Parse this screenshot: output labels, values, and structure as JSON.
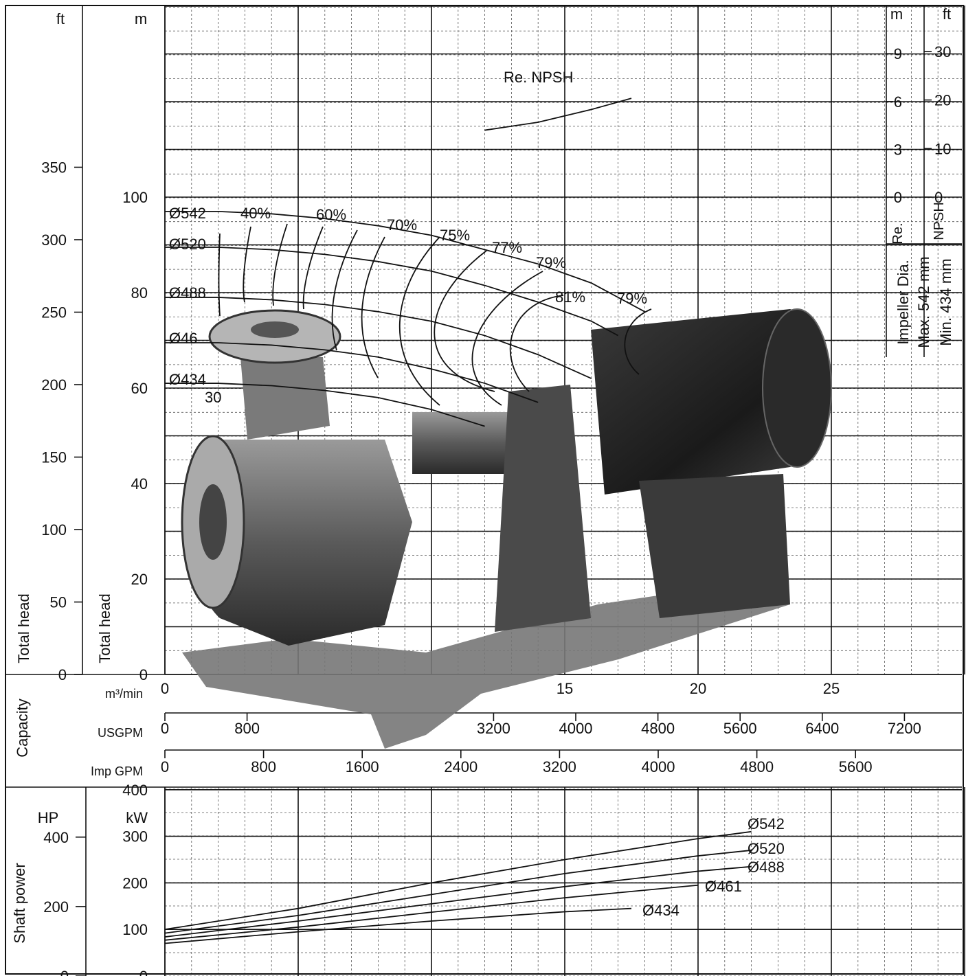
{
  "chart_data": {
    "type": "line",
    "head_axis": {
      "ylabel_left_ft": "Total head",
      "ylabel_left_m": "Total head",
      "unit_ft": "ft",
      "unit_m": "m",
      "ft_ticks": [
        "350",
        "300",
        "250",
        "200",
        "150",
        "100",
        "50",
        "0"
      ],
      "ft_values": [
        350,
        300,
        250,
        200,
        150,
        100,
        50,
        0
      ],
      "m_ticks": [
        "100",
        "80",
        "60",
        "40",
        "20",
        "0"
      ],
      "m_values": [
        100,
        80,
        60,
        40,
        20,
        0
      ],
      "ylim_m": [
        0,
        140
      ]
    },
    "npsh_axis": {
      "label_re": "Re.",
      "label_npsh": "NPSH",
      "unit_m": "m",
      "unit_ft": "ft",
      "m_ticks": [
        "9",
        "6",
        "3",
        "0"
      ],
      "m_values": [
        9,
        6,
        3,
        0
      ],
      "ft_ticks": [
        "30",
        "20",
        "10",
        "0"
      ],
      "ft_values": [
        30,
        20,
        10,
        0
      ]
    },
    "capacity_axis": {
      "label": "Capacity",
      "m3min_unit": "m³/min",
      "m3min_ticks": [
        "0",
        "15",
        "20",
        "25"
      ],
      "m3min_values": [
        0,
        15,
        20,
        25
      ],
      "usgpm_unit": "USGPM",
      "usgpm_ticks": [
        "0",
        "800",
        "3200",
        "4000",
        "4800",
        "5600",
        "6400",
        "7200"
      ],
      "usgpm_values": [
        0,
        800,
        3200,
        4000,
        4800,
        5600,
        6400,
        7200
      ],
      "impgpm_unit": "Imp GPM",
      "impgpm_ticks": [
        "0",
        "800",
        "1600",
        "2400",
        "3200",
        "4000",
        "4800",
        "5600"
      ],
      "impgpm_values": [
        0,
        800,
        1600,
        2400,
        3200,
        4000,
        4800,
        5600
      ],
      "xlim_m3min": [
        0,
        30
      ]
    },
    "power_axis": {
      "ylabel": "Shaft power",
      "unit_hp": "HP",
      "unit_kw": "kW",
      "hp_ticks": [
        "400",
        "200",
        "0"
      ],
      "hp_values": [
        400,
        200,
        0
      ],
      "kw_ticks": [
        "400",
        "300",
        "200",
        "100",
        "0"
      ],
      "kw_values": [
        400,
        300,
        200,
        100,
        0
      ],
      "ylim_kw": [
        0,
        400
      ]
    },
    "impeller_note": {
      "line1": "Impeller Dia.",
      "line2": "Max. 542 mm",
      "line3": "Min. 434 mm"
    },
    "npsh_curve": {
      "name": "Re. NPSH",
      "x": [
        12,
        14,
        16,
        17.5
      ],
      "y": [
        4.2,
        4.7,
        5.5,
        6.2
      ]
    },
    "head_series": [
      {
        "name": "Ø542",
        "x": [
          0,
          2,
          4,
          6,
          8,
          10,
          12,
          14,
          16,
          18
        ],
        "y": [
          97,
          97,
          96.5,
          95.5,
          94,
          92,
          89,
          86,
          82,
          76
        ]
      },
      {
        "name": "Ø520",
        "x": [
          0,
          2,
          4,
          6,
          8,
          10,
          12,
          14,
          16,
          17
        ],
        "y": [
          89.5,
          89.5,
          89,
          88,
          86.5,
          84.5,
          81.5,
          78,
          74,
          71
        ]
      },
      {
        "name": "Ø488",
        "x": [
          0,
          2,
          4,
          6,
          8,
          10,
          12,
          14,
          16
        ],
        "y": [
          79,
          79,
          78.5,
          77.5,
          76,
          74,
          71,
          67,
          62
        ]
      },
      {
        "name": "Ø46",
        "x": [
          0,
          2,
          4,
          6,
          8,
          10,
          12,
          14
        ],
        "y": [
          69.5,
          69.5,
          69,
          68,
          66.5,
          64,
          61,
          57
        ]
      },
      {
        "name": "Ø434",
        "x": [
          0,
          2,
          4,
          6,
          8,
          10,
          12
        ],
        "y": [
          61,
          61,
          60.5,
          59.5,
          58,
          55.5,
          52
        ]
      }
    ],
    "efficiency_labels": [
      "30",
      "40%",
      "60%",
      "70%",
      "75%",
      "77%",
      "79%",
      "81%",
      "79%"
    ],
    "power_series": [
      {
        "name": "Ø542",
        "x": [
          0,
          5,
          10,
          15,
          20,
          22
        ],
        "y": [
          100,
          145,
          200,
          250,
          295,
          310
        ]
      },
      {
        "name": "Ø520",
        "x": [
          0,
          5,
          10,
          15,
          20,
          22
        ],
        "y": [
          92,
          130,
          175,
          220,
          258,
          270
        ]
      },
      {
        "name": "Ø488",
        "x": [
          0,
          5,
          10,
          15,
          20,
          22
        ],
        "y": [
          84,
          118,
          155,
          192,
          225,
          235
        ]
      },
      {
        "name": "Ø461",
        "x": [
          0,
          5,
          10,
          15,
          20
        ],
        "y": [
          77,
          105,
          137,
          168,
          195
        ]
      },
      {
        "name": "Ø434",
        "x": [
          0,
          5,
          10,
          15,
          17.5
        ],
        "y": [
          70,
          95,
          118,
          138,
          145
        ]
      }
    ]
  }
}
